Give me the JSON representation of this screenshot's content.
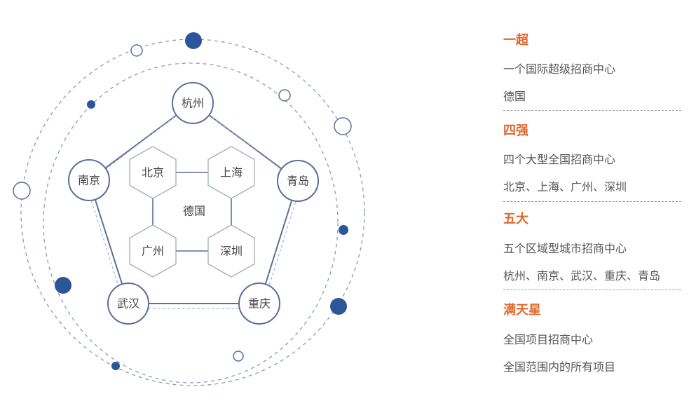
{
  "diagram": {
    "center": "德国",
    "hexagons": [
      "北京",
      "上海",
      "广州",
      "深圳"
    ],
    "pentagon": [
      "杭州",
      "青岛",
      "重庆",
      "武汉",
      "南京"
    ],
    "colors": {
      "accent": "#2b579a",
      "line": "#5a6f9a",
      "dash": "#8a9ab8",
      "heading": "#e0672b"
    }
  },
  "legend": [
    {
      "heading": "一超",
      "lines": [
        "一个国际超级招商中心",
        "德国"
      ]
    },
    {
      "heading": "四强",
      "lines": [
        "四个大型全国招商中心",
        "北京、上海、广州、深圳"
      ]
    },
    {
      "heading": "五大",
      "lines": [
        "五个区域型城市招商中心",
        "杭州、南京、武汉、重庆、青岛"
      ]
    },
    {
      "heading": "满天星",
      "lines": [
        "全国项目招商中心",
        "全国范围内的所有项目"
      ]
    }
  ]
}
